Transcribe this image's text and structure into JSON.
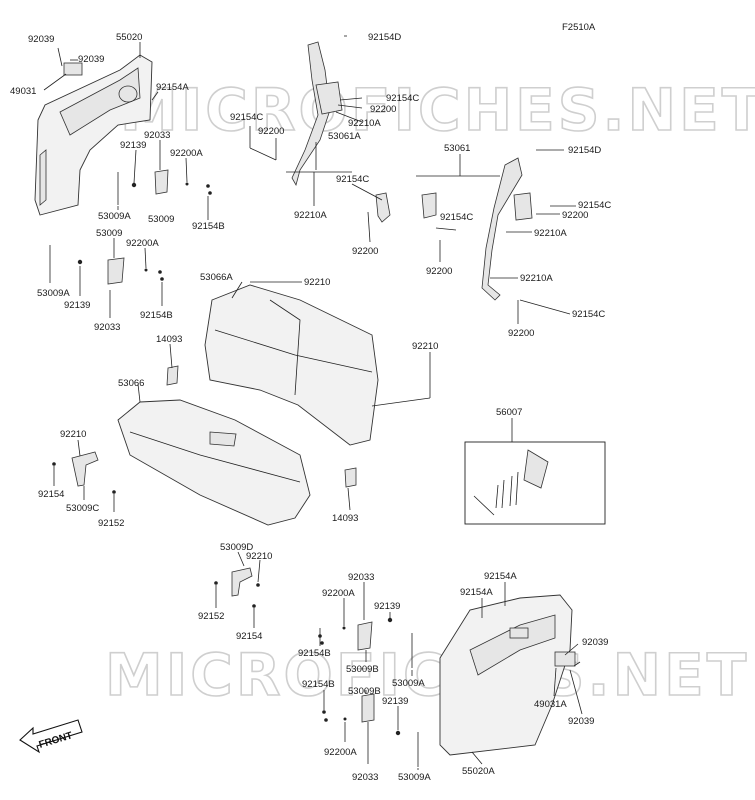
{
  "figure_code": "F2510A",
  "watermark": "MICROFICHES.NET",
  "front_label": "FRONT",
  "parts": [
    {
      "id": "p_92039_a",
      "text": "92039"
    },
    {
      "id": "p_55020",
      "text": "55020"
    },
    {
      "id": "p_92039_b",
      "text": "92039"
    },
    {
      "id": "p_49031",
      "text": "49031"
    },
    {
      "id": "p_92154A_a",
      "text": "92154A"
    },
    {
      "id": "p_92033_a",
      "text": "92033"
    },
    {
      "id": "p_92139_a",
      "text": "92139"
    },
    {
      "id": "p_92200A_a",
      "text": "92200A"
    },
    {
      "id": "p_53009A_a",
      "text": "53009A"
    },
    {
      "id": "p_53009_a",
      "text": "53009"
    },
    {
      "id": "p_92154B_a",
      "text": "92154B"
    },
    {
      "id": "p_53009_b",
      "text": "53009"
    },
    {
      "id": "p_92200A_b",
      "text": "92200A"
    },
    {
      "id": "p_53009A_b",
      "text": "53009A"
    },
    {
      "id": "p_92139_b",
      "text": "92139"
    },
    {
      "id": "p_92033_b",
      "text": "92033"
    },
    {
      "id": "p_92154B_b",
      "text": "92154B"
    },
    {
      "id": "p_92154D_a",
      "text": "92154D"
    },
    {
      "id": "p_92154C_a",
      "text": "92154C"
    },
    {
      "id": "p_92200_a",
      "text": "92200"
    },
    {
      "id": "p_92210A_a",
      "text": "92210A"
    },
    {
      "id": "p_92154C_b",
      "text": "92154C"
    },
    {
      "id": "p_92200_b",
      "text": "92200"
    },
    {
      "id": "p_53061A",
      "text": "53061A"
    },
    {
      "id": "p_92154C_c",
      "text": "92154C"
    },
    {
      "id": "p_92210A_b",
      "text": "92210A"
    },
    {
      "id": "p_92200_c",
      "text": "92200"
    },
    {
      "id": "p_53061",
      "text": "53061"
    },
    {
      "id": "p_92154D_b",
      "text": "92154D"
    },
    {
      "id": "p_92154C_d",
      "text": "92154C"
    },
    {
      "id": "p_92200_d",
      "text": "92200"
    },
    {
      "id": "p_92154C_e",
      "text": "92154C"
    },
    {
      "id": "p_92210A_c",
      "text": "92210A"
    },
    {
      "id": "p_92200_e",
      "text": "92200"
    },
    {
      "id": "p_92210A_d",
      "text": "92210A"
    },
    {
      "id": "p_92200_f",
      "text": "92200"
    },
    {
      "id": "p_92154C_f",
      "text": "92154C"
    },
    {
      "id": "p_53066A",
      "text": "53066A"
    },
    {
      "id": "p_92210_a",
      "text": "92210"
    },
    {
      "id": "p_92210_b",
      "text": "92210"
    },
    {
      "id": "p_14093_a",
      "text": "14093"
    },
    {
      "id": "p_53066",
      "text": "53066"
    },
    {
      "id": "p_56007",
      "text": "56007"
    },
    {
      "id": "p_92210_c",
      "text": "92210"
    },
    {
      "id": "p_92154_a",
      "text": "92154"
    },
    {
      "id": "p_53009C",
      "text": "53009C"
    },
    {
      "id": "p_92152_a",
      "text": "92152"
    },
    {
      "id": "p_14093_b",
      "text": "14093"
    },
    {
      "id": "p_53009D",
      "text": "53009D"
    },
    {
      "id": "p_92210_d",
      "text": "92210"
    },
    {
      "id": "p_92152_b",
      "text": "92152"
    },
    {
      "id": "p_92154_b",
      "text": "92154"
    },
    {
      "id": "p_92033_c",
      "text": "92033"
    },
    {
      "id": "p_92200A_c",
      "text": "92200A"
    },
    {
      "id": "p_92139_c",
      "text": "92139"
    },
    {
      "id": "p_92154B_c",
      "text": "92154B"
    },
    {
      "id": "p_53009B_a",
      "text": "53009B"
    },
    {
      "id": "p_92154B_d",
      "text": "92154B"
    },
    {
      "id": "p_53009B_b",
      "text": "53009B"
    },
    {
      "id": "p_53009A_c",
      "text": "53009A"
    },
    {
      "id": "p_92139_d",
      "text": "92139"
    },
    {
      "id": "p_92200A_d",
      "text": "92200A"
    },
    {
      "id": "p_92033_d",
      "text": "92033"
    },
    {
      "id": "p_53009A_d",
      "text": "53009A"
    },
    {
      "id": "p_92154A_b",
      "text": "92154A"
    },
    {
      "id": "p_92154A_c",
      "text": "92154A"
    },
    {
      "id": "p_92039_c",
      "text": "92039"
    },
    {
      "id": "p_49031A",
      "text": "49031A"
    },
    {
      "id": "p_92039_d",
      "text": "92039"
    },
    {
      "id": "p_55020A",
      "text": "55020A"
    }
  ]
}
